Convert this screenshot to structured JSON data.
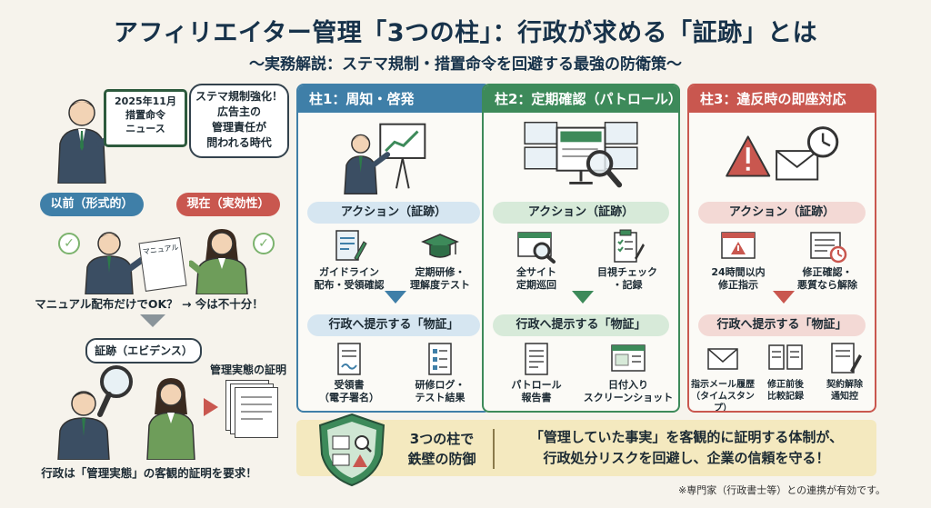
{
  "header": {
    "title": "アフィリエイター管理「3つの柱」：行政が求める「証跡」とは",
    "subtitle": "〜実務解説：ステマ規制・措置命令を回避する最強の防衛策〜"
  },
  "left": {
    "news_board": [
      "2025年11月",
      "措置命令",
      "ニュース"
    ],
    "speech": [
      "ステマ規制強化！",
      "広告主の",
      "管理責任が",
      "問われる時代"
    ],
    "tag_before": "以前（形式的）",
    "tag_now": "現在（実効性）",
    "manual_label": "マニュアル",
    "caption_top": "マニュアル配布だけでOK？ → 今は不十分！",
    "evidence_bubble": "証跡（エビデンス）",
    "proof_label": "管理実態の証明",
    "caption_bottom": "行政は「管理実態」の客観的証明を要求！"
  },
  "pillars": [
    {
      "title": "柱1：周知・啓発",
      "action_label": "アクション（証跡）",
      "actions": [
        [
          "ガイドライン",
          "配布・受領確認"
        ],
        [
          "定期研修・",
          "理解度テスト"
        ]
      ],
      "proof_label": "行政へ提示する「物証」",
      "proofs": [
        [
          "受領書",
          "（電子署名）"
        ],
        [
          "研修ログ・",
          "テスト結果"
        ]
      ]
    },
    {
      "title": "柱2：定期確認（パトロール）",
      "action_label": "アクション（証跡）",
      "actions": [
        [
          "全サイト",
          "定期巡回"
        ],
        [
          "目視チェック",
          "・記録"
        ]
      ],
      "proof_label": "行政へ提示する「物証」",
      "proofs": [
        [
          "パトロール",
          "報告書"
        ],
        [
          "日付入り",
          "スクリーンショット"
        ]
      ]
    },
    {
      "title": "柱3：違反時の即座対応",
      "action_label": "アクション（証跡）",
      "actions": [
        [
          "24時間以内",
          "修正指示"
        ],
        [
          "修正確認・",
          "悪質なら解除"
        ]
      ],
      "proof_label": "行政へ提示する「物証」",
      "proofs": [
        [
          "指示メール履歴",
          "（タイムスタンプ）"
        ],
        [
          "修正前後",
          "比較記録"
        ],
        [
          "契約解除",
          "通知控"
        ]
      ]
    }
  ],
  "banner": {
    "left": [
      "3つの柱で",
      "鉄壁の防御"
    ],
    "right": [
      "「管理していた事実」を客観的に証明する体制が、",
      "行政処分リスクを回避し、企業の信頼を守る！"
    ]
  },
  "footnote": "※専門家（行政書士等）との連携が有効です。",
  "colors": {
    "pillar1": "#3f7fa8",
    "pillar2": "#3d8a5a",
    "pillar3": "#c9574f",
    "banner": "#f4e9bf"
  }
}
